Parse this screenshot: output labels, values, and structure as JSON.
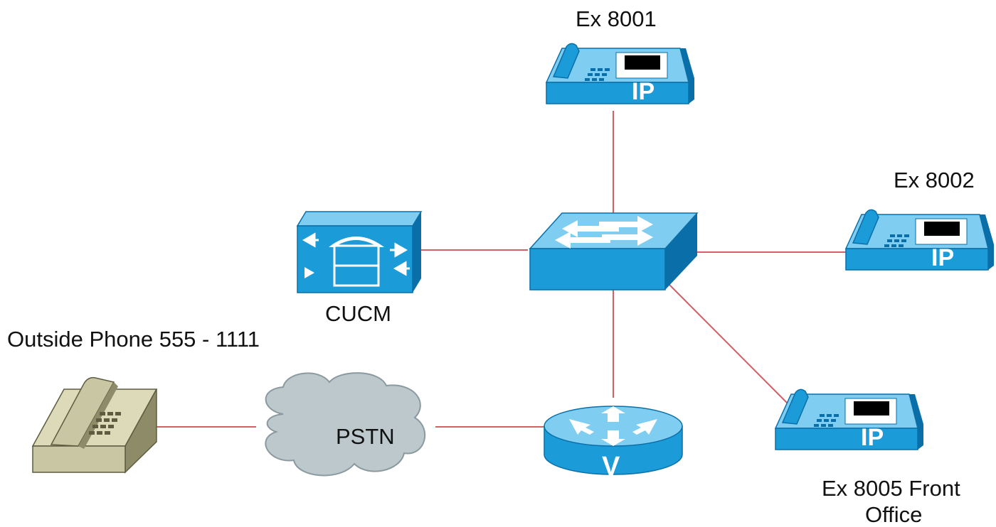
{
  "colors": {
    "link": "#d45f66",
    "device_blue": "#1b9bd7",
    "device_blue_dark": "#0a6fa8",
    "device_blue_light": "#7fcdf0",
    "cloud": "#bcc8cc",
    "analog_phone": "#c9c7a3"
  },
  "nodes": {
    "phone_8001": {
      "label": "Ex 8001",
      "icon": "ip-phone-icon"
    },
    "phone_8002": {
      "label": "Ex 8002",
      "icon": "ip-phone-icon"
    },
    "phone_8005": {
      "label_line1": "Ex 8005 Front",
      "label_line2": "Office",
      "icon": "ip-phone-icon"
    },
    "cucm": {
      "label": "CUCM",
      "icon": "call-manager-icon"
    },
    "switch": {
      "icon": "switch-icon"
    },
    "router": {
      "icon": "voice-router-icon"
    },
    "pstn": {
      "label": "PSTN",
      "icon": "cloud-icon"
    },
    "outside_phone": {
      "label": "Outside Phone 555 - 1111",
      "icon": "analog-phone-icon"
    }
  },
  "ip_badge": "IP",
  "router_badge": "V"
}
